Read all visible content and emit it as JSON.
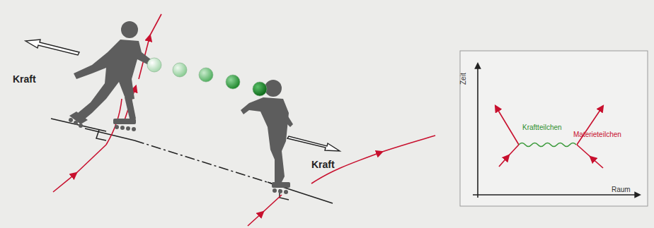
{
  "diagram": {
    "labels": [
      "Kraft",
      "Kraft",
      "Zeit",
      "Kraftteilchen",
      "Materieteilchen",
      "Raum"
    ]
  }
}
